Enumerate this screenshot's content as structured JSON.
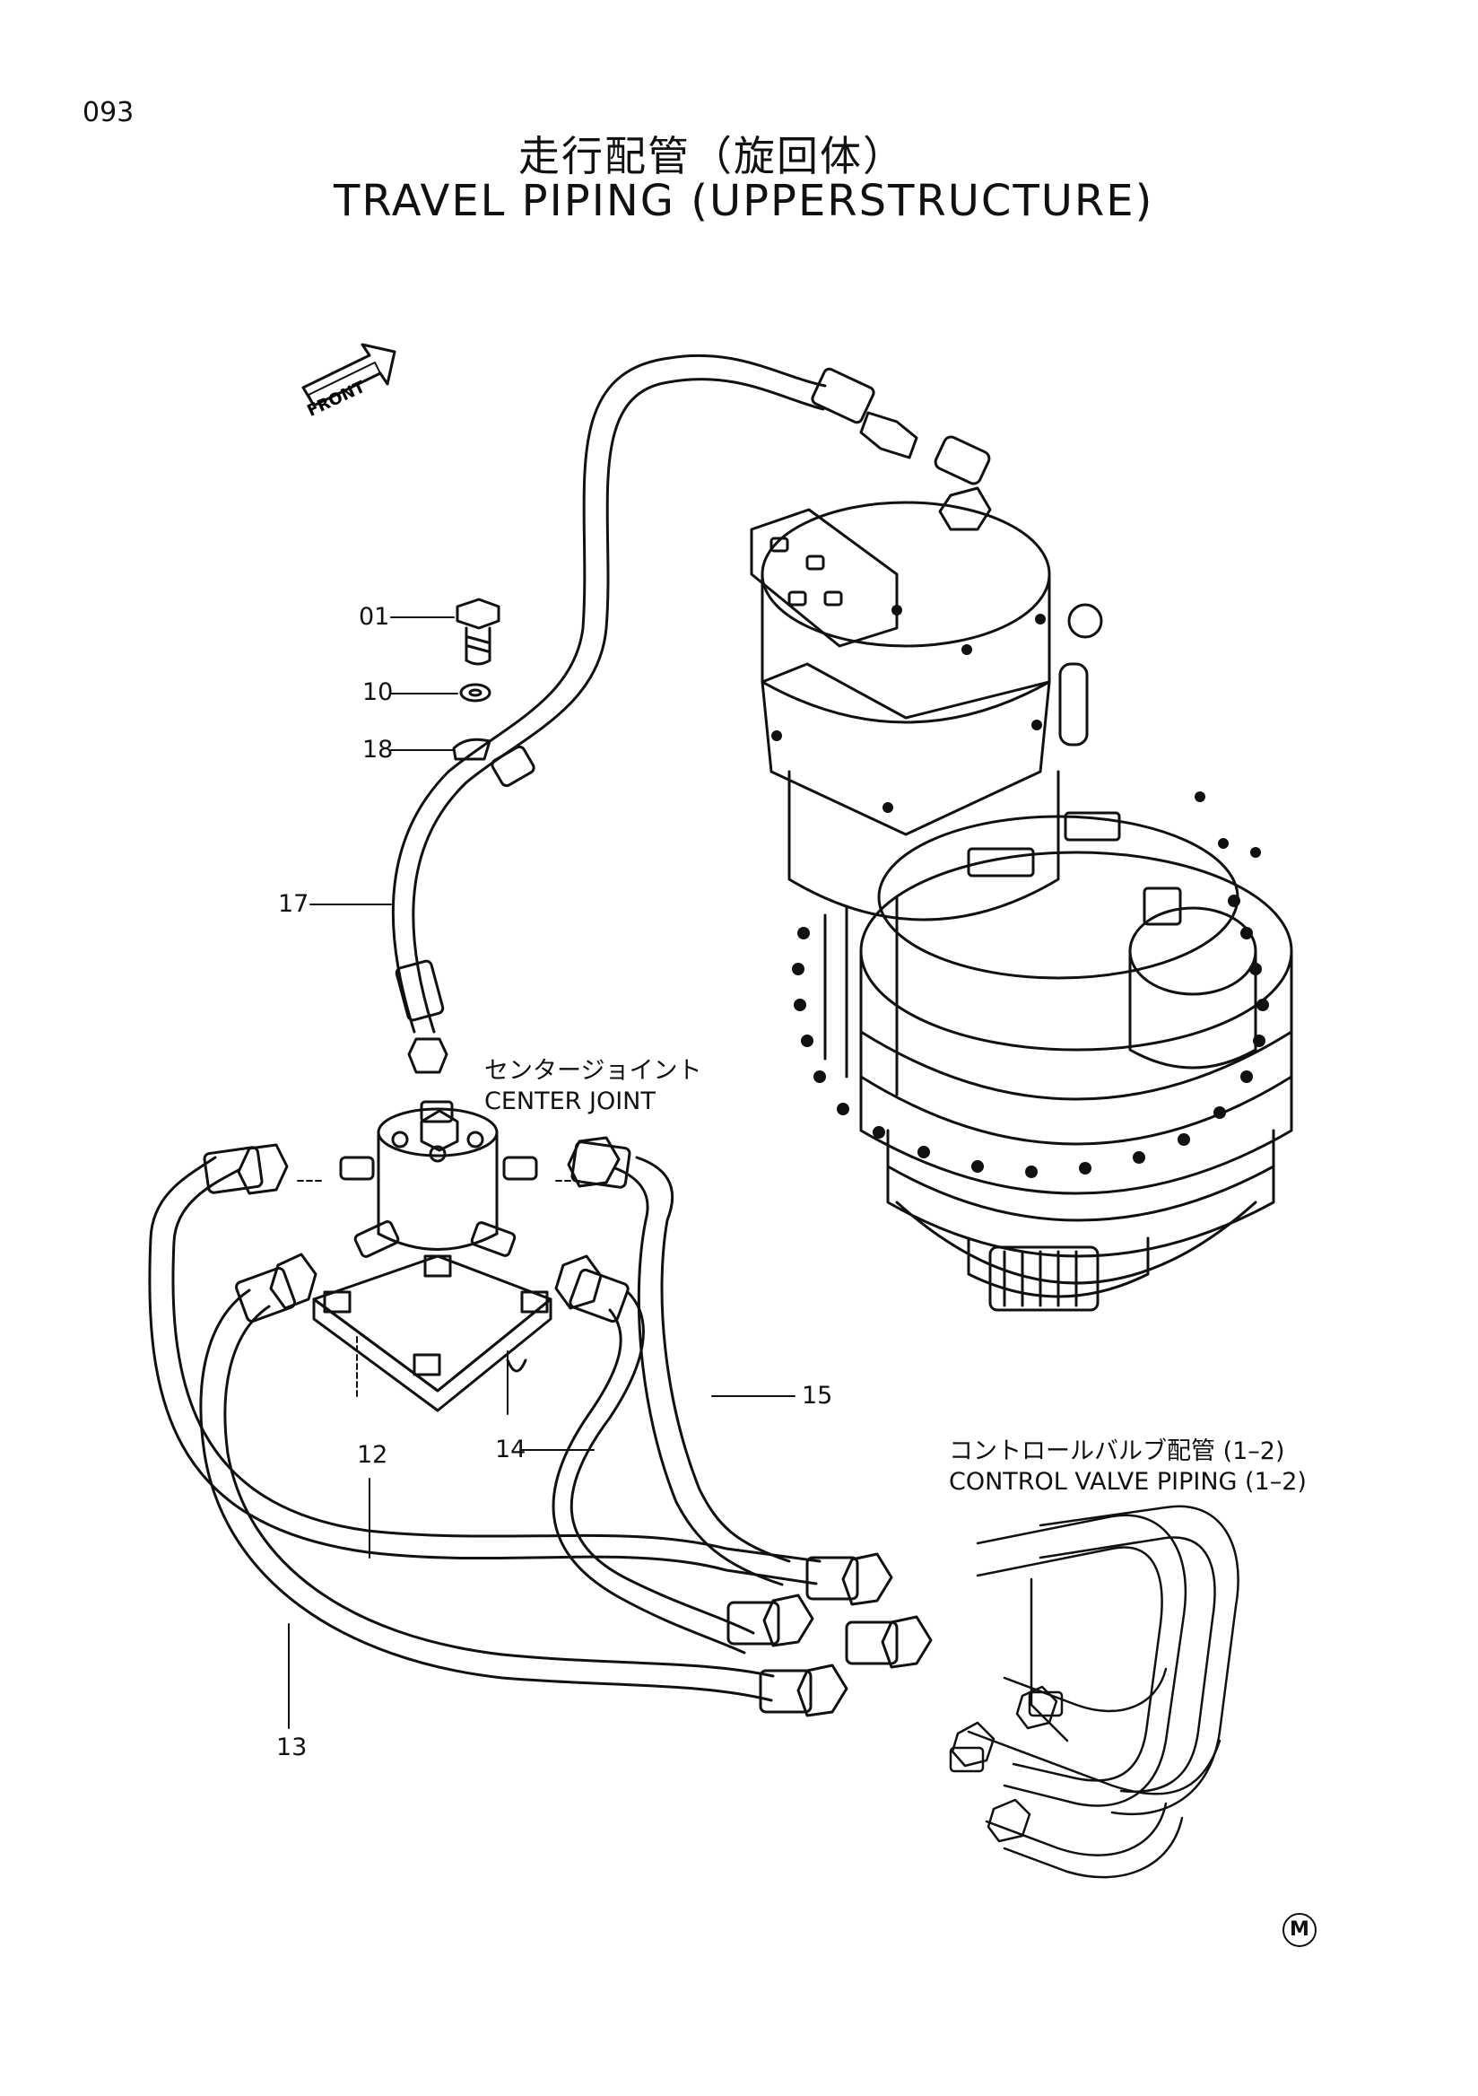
{
  "page_number": "093",
  "title_jp": "走行配管（旋回体）",
  "title_en": "TRAVEL PIPING (UPPERSTRUCTURE)",
  "front_arrow": "FRONT",
  "callouts": {
    "c01": "01",
    "c10": "10",
    "c18": "18",
    "c17": "17",
    "c15": "15",
    "c12": "12",
    "c14": "14",
    "c13": "13"
  },
  "center_joint": {
    "jp": "センタージョイント",
    "en": "CENTER JOINT"
  },
  "control_valve": {
    "jp": "コントロールバルブ配管 (1–2)",
    "en": "CONTROL VALVE PIPING (1–2)"
  },
  "mark": "M"
}
